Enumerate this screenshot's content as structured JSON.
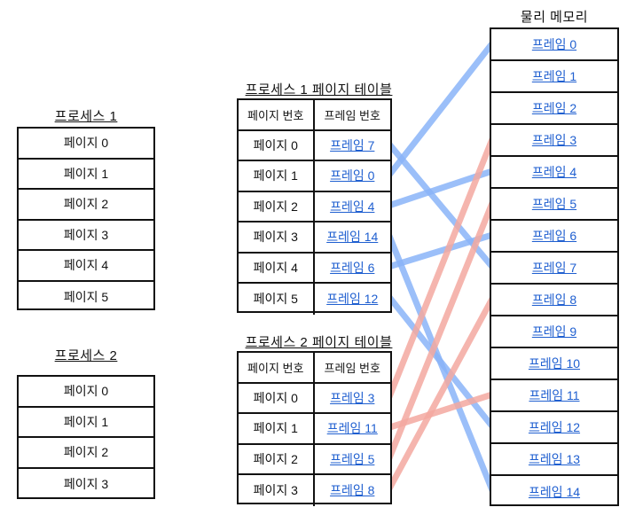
{
  "diagram": {
    "type": "paging-address-translation",
    "colors": {
      "frame_text": "#1f5fd0",
      "process1_line": "#8ab4f8",
      "process2_line": "#f4a9a0",
      "border": "#111111",
      "background": "#ffffff"
    }
  },
  "process1": {
    "title": "프로세스 1",
    "pages": [
      "페이지 0",
      "페이지 1",
      "페이지 2",
      "페이지 3",
      "페이지 4",
      "페이지 5"
    ]
  },
  "process2": {
    "title": "프로세스 2",
    "pages": [
      "페이지 0",
      "페이지 1",
      "페이지 2",
      "페이지 3"
    ]
  },
  "page_table1": {
    "title": "프로세스 1 페이지 테이블",
    "headers": [
      "페이지 번호",
      "프레임 번호"
    ],
    "rows": [
      {
        "page": "페이지 0",
        "frame": "프레임 7"
      },
      {
        "page": "페이지 1",
        "frame": "프레임 0"
      },
      {
        "page": "페이지 2",
        "frame": "프레임 4"
      },
      {
        "page": "페이지 3",
        "frame": "프레임 14"
      },
      {
        "page": "페이지 4",
        "frame": "프레임 6"
      },
      {
        "page": "페이지 5",
        "frame": "프레임 12"
      }
    ]
  },
  "page_table2": {
    "title": "프로세스 2 페이지 테이블",
    "headers": [
      "페이지 번호",
      "프레임 번호"
    ],
    "rows": [
      {
        "page": "페이지 0",
        "frame": "프레임 3"
      },
      {
        "page": "페이지 1",
        "frame": "프레임 11"
      },
      {
        "page": "페이지 2",
        "frame": "프레임 5"
      },
      {
        "page": "페이지 3",
        "frame": "프레임 8"
      }
    ]
  },
  "memory": {
    "title": "물리 메모리",
    "frames": [
      "프레임 0",
      "프레임 1",
      "프레임 2",
      "프레임 3",
      "프레임 4",
      "프레임 5",
      "프레임 6",
      "프레임 7",
      "프레임 8",
      "프레임 9",
      "프레임 10",
      "프레임 11",
      "프레임 12",
      "프레임 13",
      "프레임 14"
    ]
  },
  "mappings": [
    {
      "source": "page_table1",
      "row": 0,
      "frame": 7,
      "color": "#8ab4f8"
    },
    {
      "source": "page_table1",
      "row": 1,
      "frame": 0,
      "color": "#8ab4f8"
    },
    {
      "source": "page_table1",
      "row": 2,
      "frame": 4,
      "color": "#8ab4f8"
    },
    {
      "source": "page_table1",
      "row": 3,
      "frame": 14,
      "color": "#8ab4f8"
    },
    {
      "source": "page_table1",
      "row": 4,
      "frame": 6,
      "color": "#8ab4f8"
    },
    {
      "source": "page_table1",
      "row": 5,
      "frame": 12,
      "color": "#8ab4f8"
    },
    {
      "source": "page_table2",
      "row": 0,
      "frame": 3,
      "color": "#f4a9a0"
    },
    {
      "source": "page_table2",
      "row": 1,
      "frame": 11,
      "color": "#f4a9a0"
    },
    {
      "source": "page_table2",
      "row": 2,
      "frame": 5,
      "color": "#f4a9a0"
    },
    {
      "source": "page_table2",
      "row": 3,
      "frame": 8,
      "color": "#f4a9a0"
    }
  ]
}
